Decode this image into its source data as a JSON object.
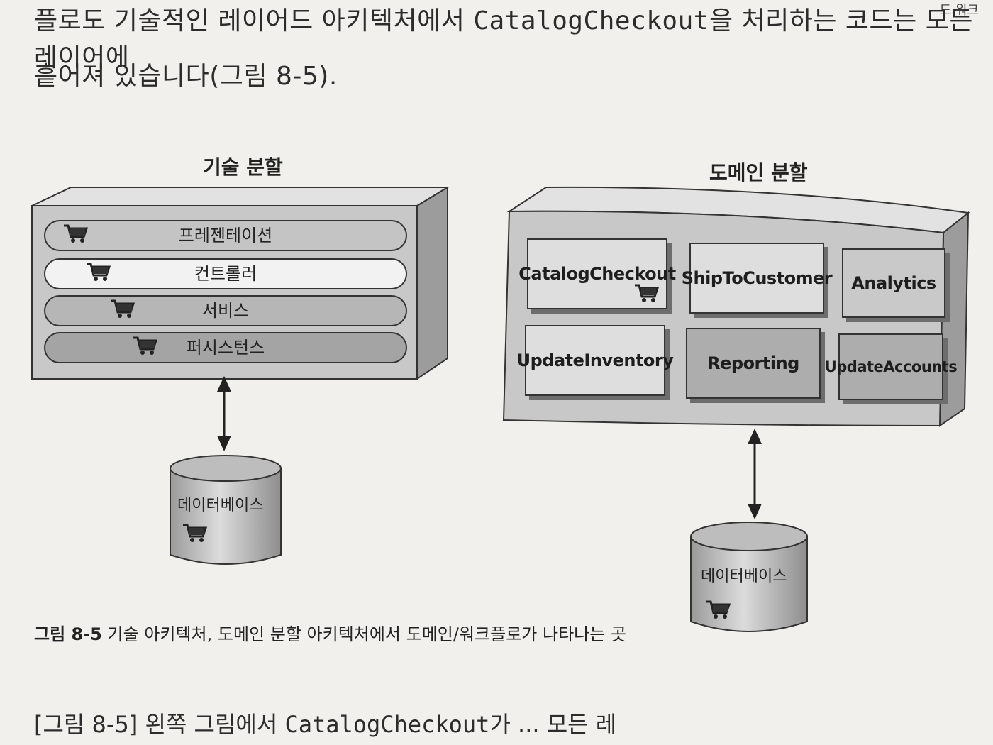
{
  "body_text": {
    "line1_prefix": "플로도 기술적인 레이어드 아키텍처에서 ",
    "line1_code": "CatalogCheckout",
    "line1_suffix": "을 처리하는 코드는 모든 레이어에",
    "line2": "흩어져 있습니다(그림 8-5).",
    "corner": "드 워크"
  },
  "left_figure": {
    "title": "기술 분할",
    "layers": [
      "프레젠테이션",
      "컨트롤러",
      "서비스",
      "퍼시스턴스"
    ],
    "database": "데이터베이스"
  },
  "right_figure": {
    "title": "도메인 분할",
    "components": [
      "CatalogCheckout",
      "ShipToCustomer",
      "Analytics",
      "UpdateInventory",
      "Reporting",
      "UpdateAccounts"
    ],
    "database": "데이터베이스"
  },
  "caption": {
    "label": "그림 8-5",
    "text": " 기술 아키텍처, 도메인 분할 아키텍처에서 도메인/워크플로가 나타나는 곳"
  },
  "bottom_text": {
    "prefix": "[그림 8-5] 왼쪽 그림에서 ",
    "code": "CatalogCheckout",
    "suffix": "가 ... 모든 레"
  },
  "colors": {
    "page": "#f1f0ec",
    "box_front": "#c8c8c8",
    "box_top": "#e2e2e2",
    "box_side": "#9c9c9c"
  },
  "icons": [
    "cart-icon",
    "double-arrow-icon",
    "database-cylinder-icon"
  ]
}
